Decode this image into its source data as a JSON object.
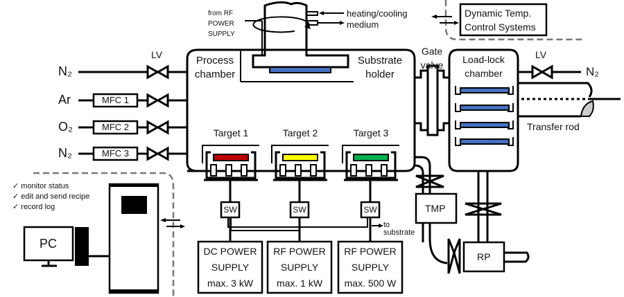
{
  "gas_lines": [
    {
      "gas": "N₂",
      "mfc": null
    },
    {
      "gas": "Ar",
      "mfc": "MFC 1"
    },
    {
      "gas": "O₂",
      "mfc": "MFC 2"
    },
    {
      "gas": "N₂",
      "mfc": "MFC 3"
    }
  ],
  "labels": {
    "lv_left": "LV",
    "lv_right": "LV",
    "process_chamber": [
      "Process",
      "chamber"
    ],
    "substrate_holder": [
      "Substrate",
      "holder"
    ],
    "from_rf": [
      "from RF",
      "POWER",
      "SUPPLY"
    ],
    "heating": [
      "heating/cooling",
      "medium"
    ],
    "dynamic_temp": [
      "Dynamic Temp.",
      "Control Systems"
    ],
    "gate_valve": [
      "Gate",
      "valve"
    ],
    "load_lock": [
      "Load-lock",
      "chamber"
    ],
    "n2_right": "N₂",
    "transfer_rod": "Transfer rod",
    "tmp": "TMP",
    "rp": "RP",
    "to_substrate": [
      "to",
      "substrate"
    ],
    "pc": "PC"
  },
  "targets": [
    {
      "label": "Target 1",
      "color": "#c00000"
    },
    {
      "label": "Target 2",
      "color": "#ffff00"
    },
    {
      "label": "Target 3",
      "color": "#00b050"
    }
  ],
  "switch_label": "SW",
  "power_supplies": [
    {
      "lines": [
        "DC POWER",
        "SUPPLY",
        "max. 3 kW"
      ]
    },
    {
      "lines": [
        "RF POWER",
        "SUPPLY",
        "max. 1 kW"
      ]
    },
    {
      "lines": [
        "RF POWER",
        "SUPPLY",
        "max. 500 W"
      ]
    }
  ],
  "pc_features": [
    "monitor status",
    "edit and send recipe",
    "record log"
  ],
  "colors": {
    "wafer": "#4472c4",
    "rod_tip": "#cccccc"
  }
}
